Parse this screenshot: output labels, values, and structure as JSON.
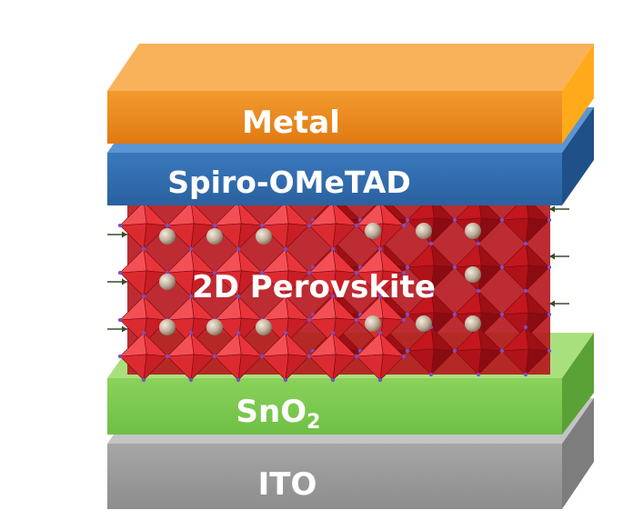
{
  "layers": {
    "metal": {
      "label": "Metal",
      "color": "#f0891e"
    },
    "htl": {
      "label": "Spiro-OMeTAD",
      "color": "#2f6db2"
    },
    "perovskite": {
      "label": "2D Perovskite",
      "color": "#d8242a"
    },
    "etl": {
      "label": "SnO",
      "subscript": "2",
      "color": "#7ccc4e"
    },
    "substrate": {
      "label": "ITO",
      "color": "#9a9a9a"
    }
  }
}
